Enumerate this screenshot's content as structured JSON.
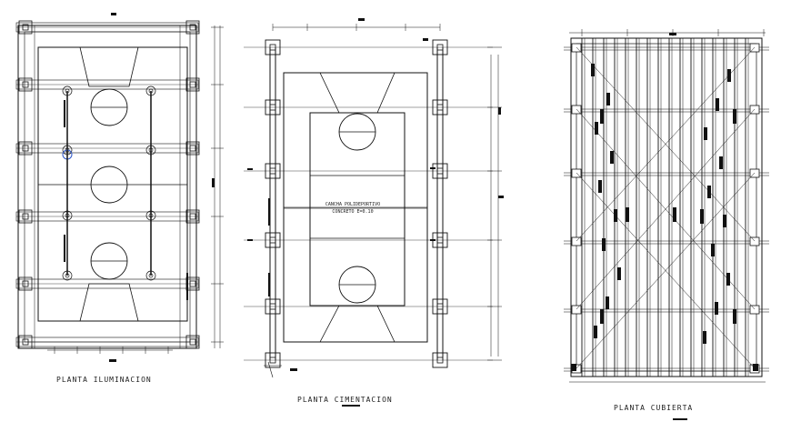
{
  "colors": {
    "line": "#111111",
    "background": "#ffffff"
  },
  "plans": [
    {
      "id": "iluminacion",
      "caption": "PLANTA ILUMINACION"
    },
    {
      "id": "cimentacion",
      "caption": "PLANTA CIMENTACION",
      "court_label_1": "CANCHA POLIDEPORTIVO",
      "court_label_2": "CONCRETO E=0.10"
    },
    {
      "id": "cubierta",
      "caption": "PLANTA CUBIERTA"
    }
  ]
}
